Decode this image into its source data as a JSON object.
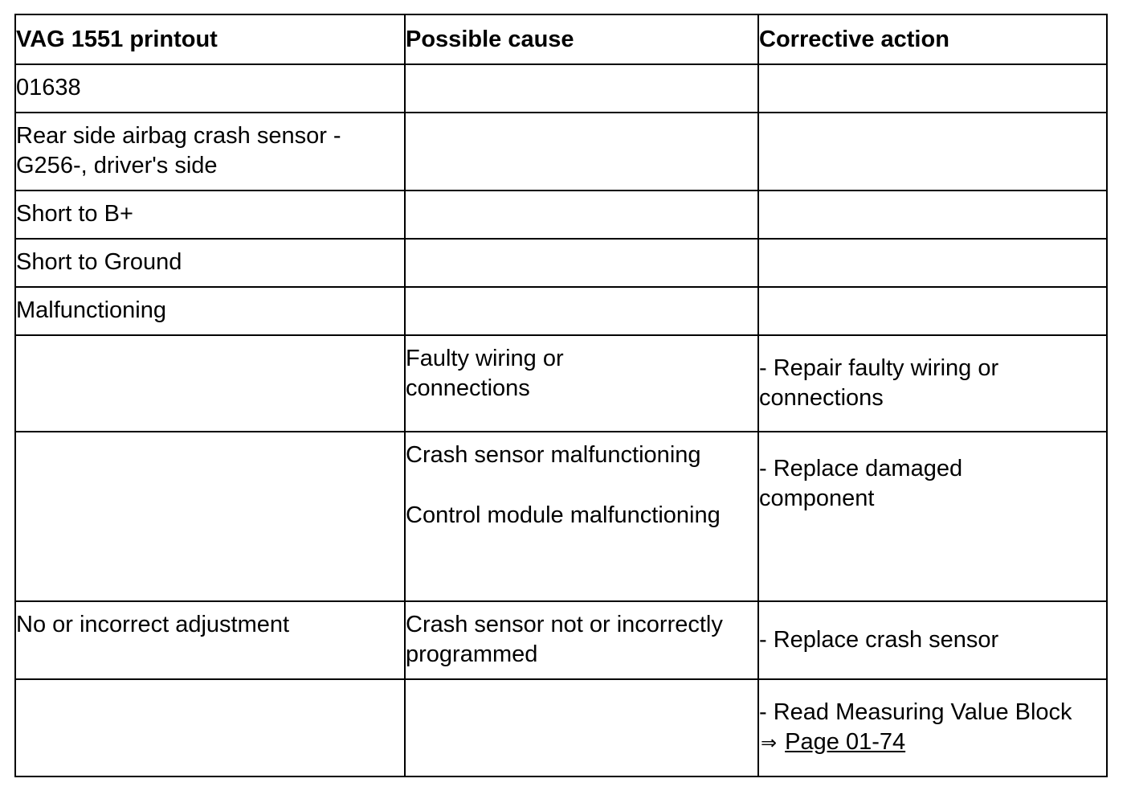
{
  "table": {
    "headers": [
      "VAG 1551 printout",
      "Possible cause",
      "Corrective action"
    ],
    "rows": [
      {
        "printout": "01638",
        "cause": "",
        "action": ""
      },
      {
        "printout": "Rear side airbag crash sensor -G256-, driver's side",
        "cause": "",
        "action": ""
      },
      {
        "printout": "Short to B+",
        "cause": "",
        "action": ""
      },
      {
        "printout": "Short to Ground",
        "cause": "",
        "action": ""
      },
      {
        "printout": "Malfunctioning",
        "cause": "",
        "action": ""
      },
      {
        "printout": "",
        "cause": "Faulty wiring or connections",
        "action": "- Repair faulty wiring or connections"
      },
      {
        "printout": "",
        "cause_lines": [
          "Crash sensor malfunctioning",
          "Control module malfunctioning"
        ],
        "action": "- Replace damaged component"
      },
      {
        "printout": "No or incorrect adjustment",
        "cause": "Crash sensor not or incorrectly programmed",
        "action": "- Replace crash sensor"
      },
      {
        "printout": "",
        "cause": "",
        "action_prefix": "- Read Measuring Value Block",
        "action_arrow": "⇒",
        "action_link": "Page 01-74"
      }
    ]
  }
}
